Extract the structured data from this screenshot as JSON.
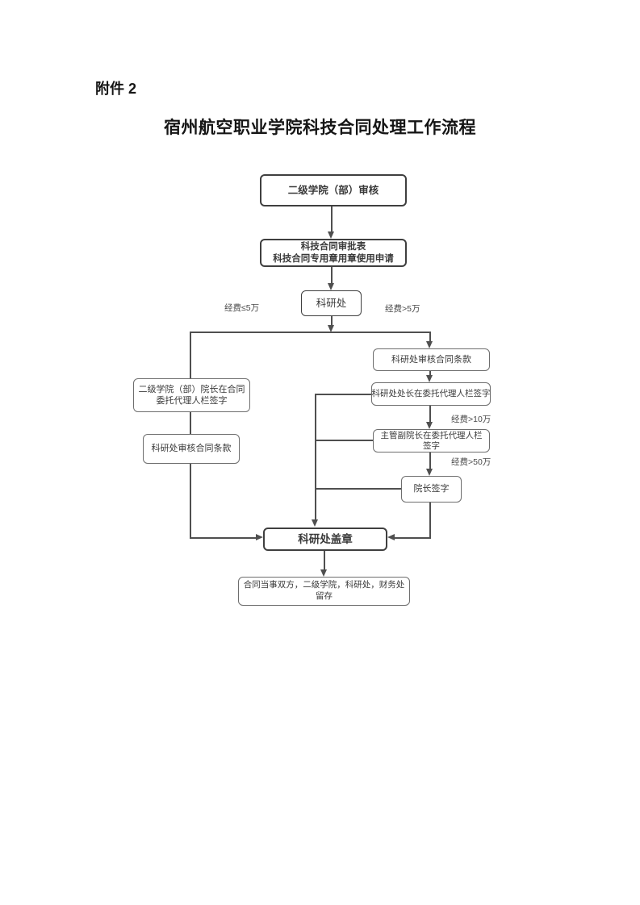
{
  "page": {
    "attachment_label": "附件 2",
    "title": "宿州航空职业学院科技合同处理工作流程"
  },
  "flowchart": {
    "nodes": {
      "review": {
        "label": "二级学院（部）审核"
      },
      "form": {
        "line1": "科技合同审批表",
        "line2": "科技合同专用章用章使用申请"
      },
      "keyan": {
        "label": "科研处"
      },
      "left_sign": {
        "line1": "二级学院（部）院长在合同",
        "line2": "委托代理人栏签字"
      },
      "left_audit": {
        "label": "科研处审核合同条款"
      },
      "right_audit": {
        "label": "科研处审核合同条款"
      },
      "chief_sign": {
        "label": "科研处处长在委托代理人栏签字"
      },
      "vice_sign": {
        "line1": "主管副院长在委托代理人栏",
        "line2": "签字"
      },
      "president_sign": {
        "label": "院长签字"
      },
      "seal": {
        "label": "科研处盖章"
      },
      "archive": {
        "line1": "合同当事双方，二级学院，科研处，财务处",
        "line2": "留存"
      }
    },
    "edge_labels": {
      "le_5w": "经费≤5万",
      "gt_5w": "经费>5万",
      "gt_10w": "经费>10万",
      "gt_50w": "经费>50万"
    },
    "colors": {
      "line": "#4f4f4f",
      "box_border": "#6e6e6e",
      "heavy_border": "#3f3f3f",
      "text": "#3a3a3a",
      "label_text": "#4a4a4a"
    }
  }
}
